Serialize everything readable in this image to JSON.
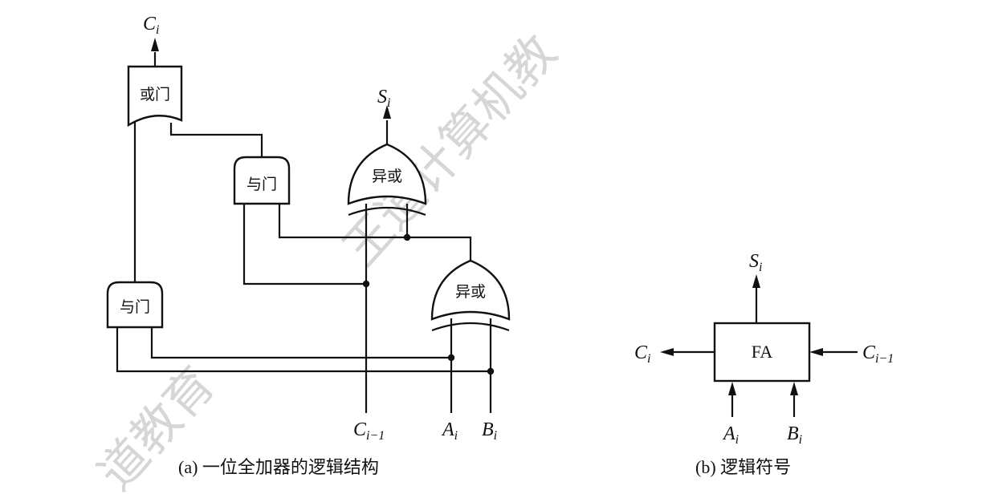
{
  "watermark": {
    "upper": "王道计算机教",
    "lower": "道教育"
  },
  "gates": {
    "or_gate": "或门",
    "and_gate_upper": "与门",
    "and_gate_lower": "与门",
    "xor_gate_upper": "异或",
    "xor_gate_lower": "异或"
  },
  "labels_a": {
    "ci": {
      "base": "C",
      "sub": "i"
    },
    "si": {
      "base": "S",
      "sub": "i"
    },
    "ci_minus_1": {
      "base": "C",
      "sub": "i−1"
    },
    "ai": {
      "base": "A",
      "sub": "i"
    },
    "bi": {
      "base": "B",
      "sub": "i"
    }
  },
  "labels_b": {
    "si": {
      "base": "S",
      "sub": "i"
    },
    "ci": {
      "base": "C",
      "sub": "i"
    },
    "ci_minus_1": {
      "base": "C",
      "sub": "i−1"
    },
    "ai": {
      "base": "A",
      "sub": "i"
    },
    "bi": {
      "base": "B",
      "sub": "i"
    },
    "block": "FA"
  },
  "captions": {
    "a": "(a) 一位全加器的逻辑结构",
    "b": "(b) 逻辑符号"
  }
}
